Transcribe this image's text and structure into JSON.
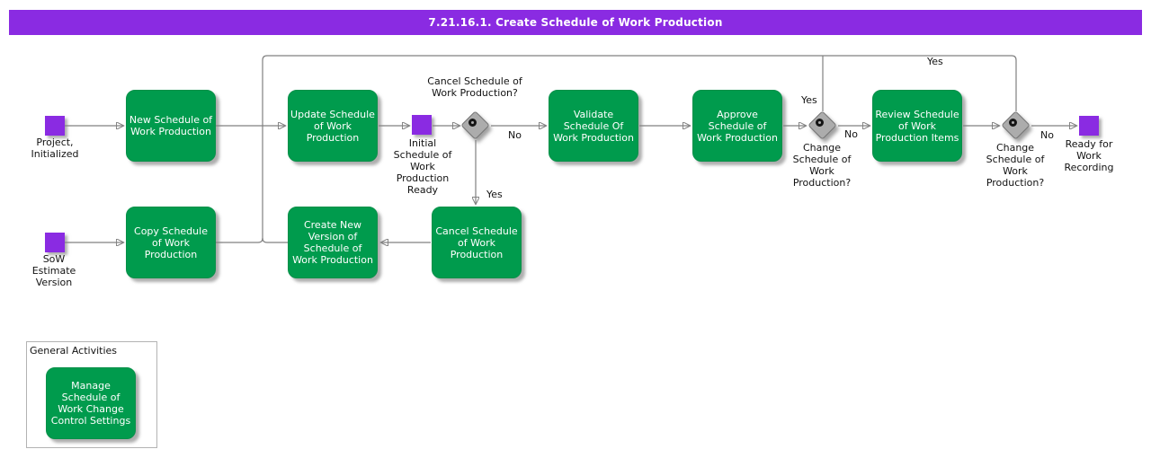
{
  "header": {
    "title": "7.21.16.1. Create Schedule of Work Production"
  },
  "colors": {
    "banner": "#8a2be2",
    "activity_fill": "#009b4d",
    "event_fill": "#8a2be2",
    "gateway_fill": "#acacac",
    "connector": "#808080",
    "activity_text": "#ffffff",
    "label_text": "#121212"
  },
  "activities": {
    "new_schedule": "New Schedule of Work Production",
    "update_schedule": "Update Schedule of Work Production",
    "validate_schedule": "Validate Schedule Of Work Production",
    "approve_schedule": "Approve Schedule of Work Production",
    "review_items": "Review Schedule of Work Production Items",
    "copy_schedule": "Copy Schedule of Work Production",
    "create_new_version": "Create New Version of Schedule of Work Production",
    "cancel_schedule": "Cancel Schedule of Work Production",
    "manage_settings": "Manage Schedule of Work Change Control Settings"
  },
  "events": {
    "project_initialized": "Project, Initialized",
    "initial_ready": "Initial Schedule of Work Production Ready",
    "sow_estimate": "SoW Estimate Version",
    "ready_for_recording": "Ready for Work Recording"
  },
  "gateways": {
    "cancel_question": "Cancel Schedule of Work Production?",
    "change_question_1": "Change Schedule of Work Production?",
    "change_question_2": "Change Schedule of Work Production?"
  },
  "edge_labels": {
    "no_1": "No",
    "yes_1": "Yes",
    "no_2": "No",
    "yes_2": "Yes",
    "no_3": "No",
    "yes_3": "Yes"
  },
  "sections": {
    "general_activities": "General Activities"
  }
}
